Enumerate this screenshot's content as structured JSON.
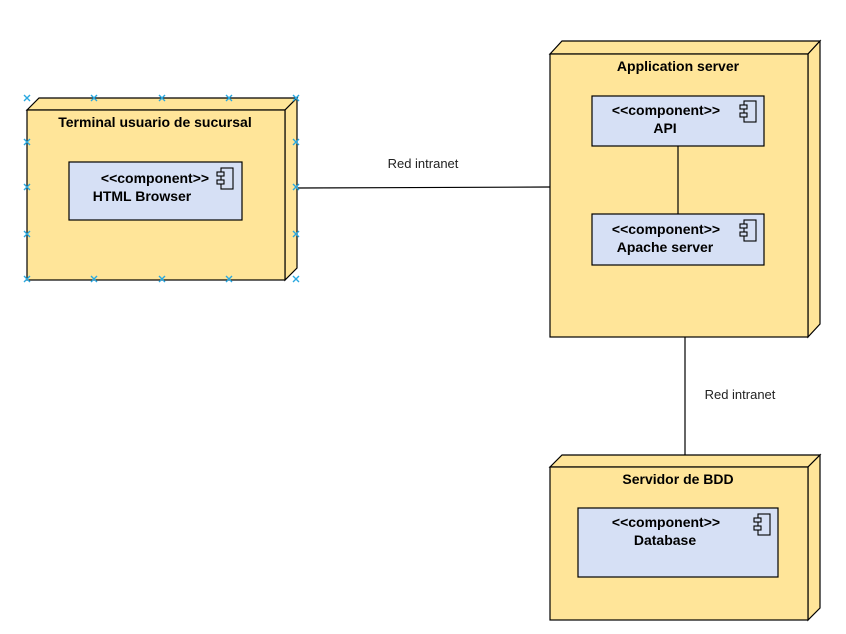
{
  "colors": {
    "node_fill": "#ffe599",
    "component_fill": "#d6e0f5",
    "stroke": "#000000",
    "selection_handle": "#29a8e0"
  },
  "nodes": {
    "terminal": {
      "title": "Terminal usuario de sucursal",
      "component": {
        "stereotype": "<<component>>",
        "name": "HTML Browser"
      }
    },
    "app_server": {
      "title": "Application server",
      "components": [
        {
          "stereotype": "<<component>>",
          "name": "API"
        },
        {
          "stereotype": "<<component>>",
          "name": "Apache server"
        }
      ]
    },
    "db_server": {
      "title": "Servidor de BDD",
      "component": {
        "stereotype": "<<component>>",
        "name": "Database"
      }
    }
  },
  "edges": [
    {
      "from": "Terminal usuario de sucursal",
      "to": "Application server",
      "label": "Red intranet"
    },
    {
      "from": "Application server",
      "to": "Servidor de BDD",
      "label": "Red intranet"
    },
    {
      "from": "API",
      "to": "Apache server",
      "label": ""
    }
  ]
}
